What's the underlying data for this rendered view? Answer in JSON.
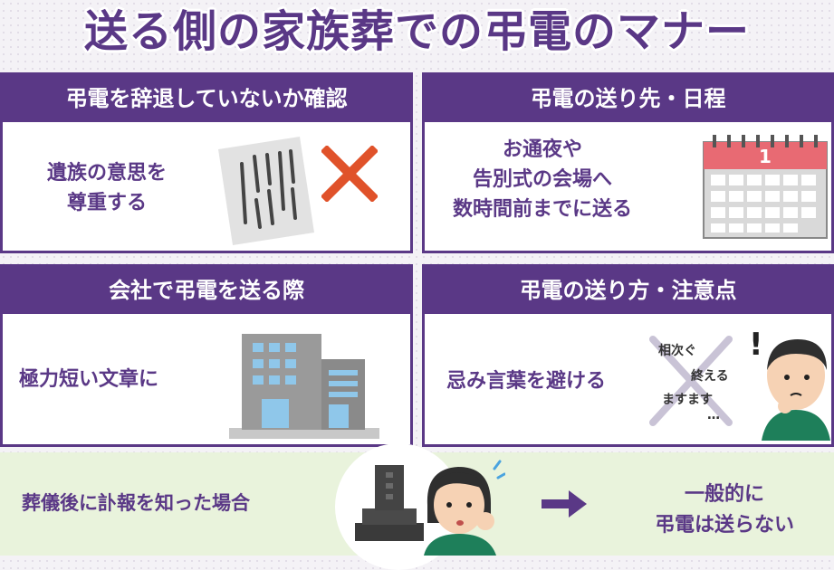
{
  "title": "送る側の家族葬での弔電のマナー",
  "panels": [
    {
      "heading": "弔電を辞退していないか確認",
      "lines": [
        "遺族の意思を",
        "尊重する"
      ]
    },
    {
      "heading": "弔電の送り先・日程",
      "lines": [
        "お通夜や",
        "告別式の会場へ",
        "数時間前までに送る"
      ],
      "calendar_number": "1"
    },
    {
      "heading": "会社で弔電を送る際",
      "lines": [
        "極力短い文章に"
      ]
    },
    {
      "heading": "弔電の送り方・注意点",
      "lines": [
        "忌み言葉を避ける"
      ],
      "taboo_words": [
        "相次ぐ",
        "終える",
        "ますます",
        "…"
      ],
      "exclamation": "!"
    }
  ],
  "bottom": {
    "left_text": "葬儀後に訃報を知った場合",
    "right_lines": [
      "一般的に",
      "弔電は送らない"
    ]
  },
  "colors": {
    "purple": "#5a3886",
    "cross": "#e0522a",
    "green_bg": "#e9f3dc",
    "calendar_red": "#e86a73"
  }
}
